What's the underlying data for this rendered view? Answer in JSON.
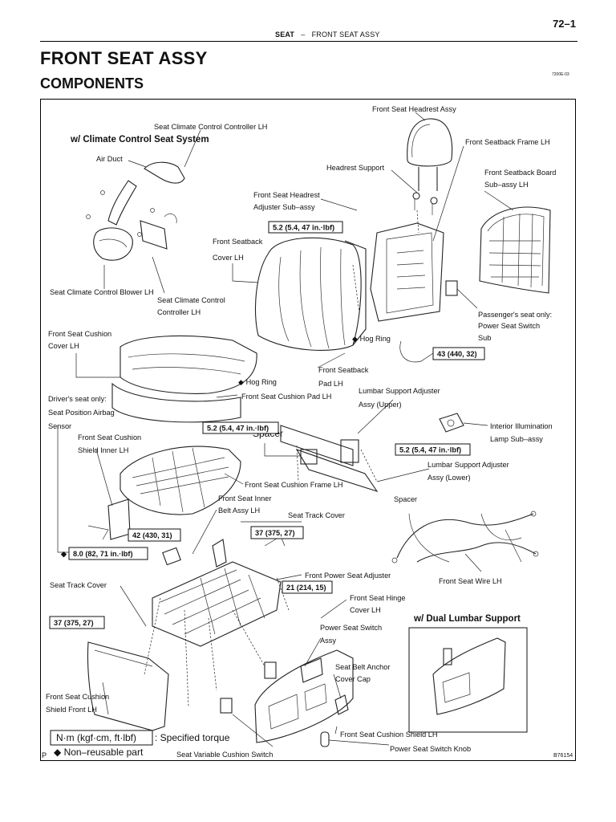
{
  "header": {
    "page_number": "72–1",
    "section": "SEAT",
    "separator": "–",
    "subsection": "FRONT SEAT ASSY"
  },
  "title": "FRONT SEAT ASSY",
  "subtitle": "COMPONENTS",
  "figure_code": "7200E-03",
  "figure_id": "B76154",
  "corner_mark": "P",
  "group_labels": {
    "climate": "w/ Climate Control Seat System",
    "lumbar": "w/ Dual Lumbar Support"
  },
  "labels": {
    "headrest_assy": "Front Seat Headrest Assy",
    "climate_ctrl_lh": "Seat Climate Control Controller LH",
    "seatback_frame": "Front Seatback Frame LH",
    "air_duct": "Air Duct",
    "headrest_support": "Headrest Support",
    "seatback_board_1": "Front Seatback Board",
    "seatback_board_2": "Sub–assy LH",
    "headrest_adj_1": "Front Seat Headrest",
    "headrest_adj_2": "Adjuster Sub–assy",
    "seatback_cover_1": "Front Seatback",
    "seatback_cover_2": "Cover LH",
    "blower": "Seat Climate Control Blower LH",
    "climate_ctrl_2_1": "Seat Climate Control",
    "climate_ctrl_2_2": "Controller LH",
    "passenger_only_1": "Passenger's seat only:",
    "passenger_only_2": "Power Seat Switch",
    "passenger_only_3": "Sub",
    "cushion_cover_1": "Front Seat Cushion",
    "cushion_cover_2": "Cover LH",
    "hog_ring_1": "◆ Hog Ring",
    "hog_ring_2": "◆ Hog Ring",
    "seatback_pad_1": "Front  Seatback",
    "seatback_pad_2": "Pad LH",
    "driver_only_1": "Driver's seat only:",
    "driver_only_2": "Seat Position Airbag",
    "driver_only_3": "Sensor",
    "cushion_pad": "Front Seat Cushion Pad LH",
    "lumbar_upper_1": "Lumbar Support Adjuster",
    "lumbar_upper_2": "Assy (Upper)",
    "interior_lamp_1": "Interior Illumination",
    "interior_lamp_2": "Lamp Sub–assy",
    "shield_inner_1": "Front Seat Cushion",
    "shield_inner_2": "Shield Inner LH",
    "spacer_1": "Spacer",
    "spacer_2": "Spacer",
    "lumbar_lower_1": "Lumbar Support Adjuster",
    "lumbar_lower_2": "Assy (Lower)",
    "cushion_frame": "Front Seat Cushion Frame LH",
    "inner_belt_1": "Front Seat Inner",
    "inner_belt_2": "Belt Assy LH",
    "track_cover_1": "Seat Track Cover",
    "track_cover_2": "Seat Track Cover",
    "power_adjuster": "Front Power Seat Adjuster",
    "seat_wire": "Front Seat Wire LH",
    "hinge_cover_1": "Front Seat Hinge",
    "hinge_cover_2": "Cover LH",
    "power_switch_1": "Power Seat Switch",
    "power_switch_2": "Assy",
    "belt_anchor_1": "Seat Belt Anchor",
    "belt_anchor_2": "Cover Cap",
    "shield_front_1": "Front Seat Cushion",
    "shield_front_2": "Shield Front LH",
    "shield_lh": "Front Seat Cushion Shield LH",
    "switch_knob": "Power Seat Switch Knob",
    "cushion_switch": "Seat Variable Cushion Switch"
  },
  "torques": {
    "t_52_a": "5.2 (5.4, 47 in.·lbf)",
    "t_43": "43 (440, 32)",
    "t_52_b": "5.2 (5.4, 47 in.·lbf)",
    "t_52_c": "5.2 (5.4, 47 in.·lbf)",
    "t_42": "42 (430, 31)",
    "t_37_a": "37 (375, 27)",
    "t_80": "8.0 (82, 71 in.·lbf)",
    "t_21": "21 (214, 15)",
    "t_37_b": "37 (375, 27)"
  },
  "legend": {
    "unit_box": "N·m (kgf·cm, ft·lbf)",
    "unit_desc": ": Specified torque",
    "nonreusable": "◆ Non–reusable part"
  }
}
